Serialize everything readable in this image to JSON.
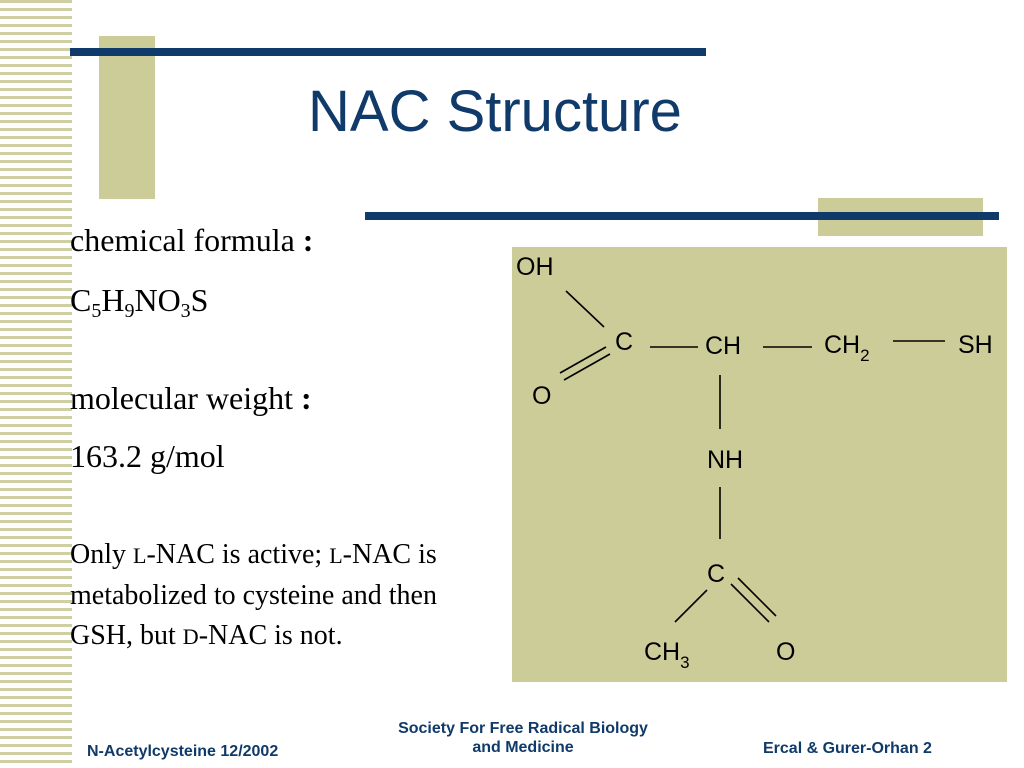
{
  "slide": {
    "title": "NAC Structure",
    "colors": {
      "navy": "#0f3a69",
      "beige": "#cccc99",
      "stripe": "#cfcfa3"
    }
  },
  "content": {
    "formula_label": "chemical formula",
    "colon": ":",
    "formula_parts": [
      "C",
      "5",
      "H",
      "9",
      "NO",
      "3",
      "S"
    ],
    "mw_label": "molecular weight",
    "mw_value": "163.2 g/mol",
    "note": {
      "part1": "Only ",
      "l1": "L",
      "part2": "-NAC is active; ",
      "l2": "L",
      "part3": "-NAC is metabolized to cysteine and then GSH, but ",
      "d": "D",
      "part4": "-NAC is not."
    }
  },
  "structure": {
    "atoms": {
      "oh": "OH",
      "c1": "C",
      "o1": "O",
      "ch": "CH",
      "ch2": "CH",
      "ch2_sub": "2",
      "sh": "SH",
      "nh": "NH",
      "c2": "C",
      "ch3": "CH",
      "ch3_sub": "3",
      "o2": "O"
    }
  },
  "footer": {
    "left": "N-Acetylcysteine  12/2002",
    "center_line1": "Society For Free Radical Biology",
    "center_line2": "and Medicine",
    "right": "Ercal & Gurer-Orhan 2"
  }
}
